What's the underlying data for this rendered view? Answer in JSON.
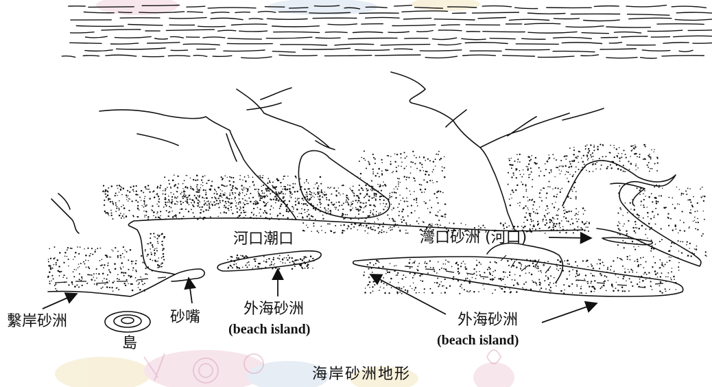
{
  "diagram": {
    "caption": "海岸砂洲地形",
    "labels": {
      "tied_bar": "繫岸砂洲",
      "island": "島",
      "spit": "砂嘴",
      "offshore_bar_left": "外海砂洲",
      "offshore_bar_left_en": "(beach island)",
      "estuary": "河口潮口",
      "bay_mouth_bar": "灣口砂洲 (河口)",
      "offshore_bar_right": "外海砂洲",
      "offshore_bar_right_en": "(beach island)"
    },
    "colors": {
      "ink": "#111111",
      "watermark_pink": "#e9b7c9",
      "watermark_yellow": "#ecd79a",
      "watermark_blue": "#b9cde3"
    }
  }
}
